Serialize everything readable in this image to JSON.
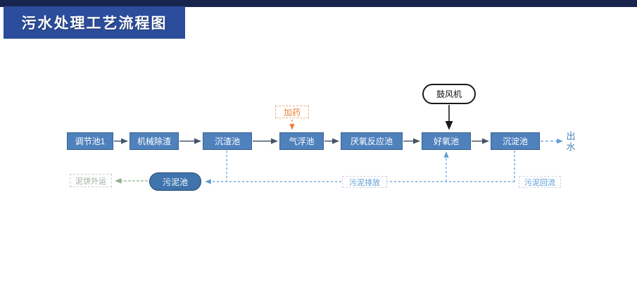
{
  "header": {
    "title": "污水处理工艺流程图"
  },
  "colors": {
    "header_strip": "#17244e",
    "header_badge": "#2c4c9c",
    "process_box_fill": "#4f81bd",
    "process_box_border": "#38618f",
    "sludge_tank_fill": "#3f74ad",
    "dashed_line_blue": "#5b9bd5",
    "dosing_orange": "#ed7d31",
    "flow_arrow_dark": "#44546a",
    "blower_arrow_black": "#1a1a1a",
    "sludge_cake_green": "#8fb08c"
  },
  "diagram": {
    "nodes": [
      {
        "label": "调节池1"
      },
      {
        "label": "机械除渣"
      },
      {
        "label": "沉渣池"
      },
      {
        "label": "气浮池"
      },
      {
        "label": "厌氧反应池"
      },
      {
        "label": "好氧池"
      },
      {
        "label": "沉淀池"
      }
    ],
    "outflow_label": "出水",
    "blower_label": "鼓风机",
    "dosing_label": "加药",
    "sludge_tank_label": "污泥池",
    "sludge_cake_label": "泥饼外运",
    "sludge_discharge_label": "污泥排放",
    "sludge_return_label": "污泥回流"
  }
}
